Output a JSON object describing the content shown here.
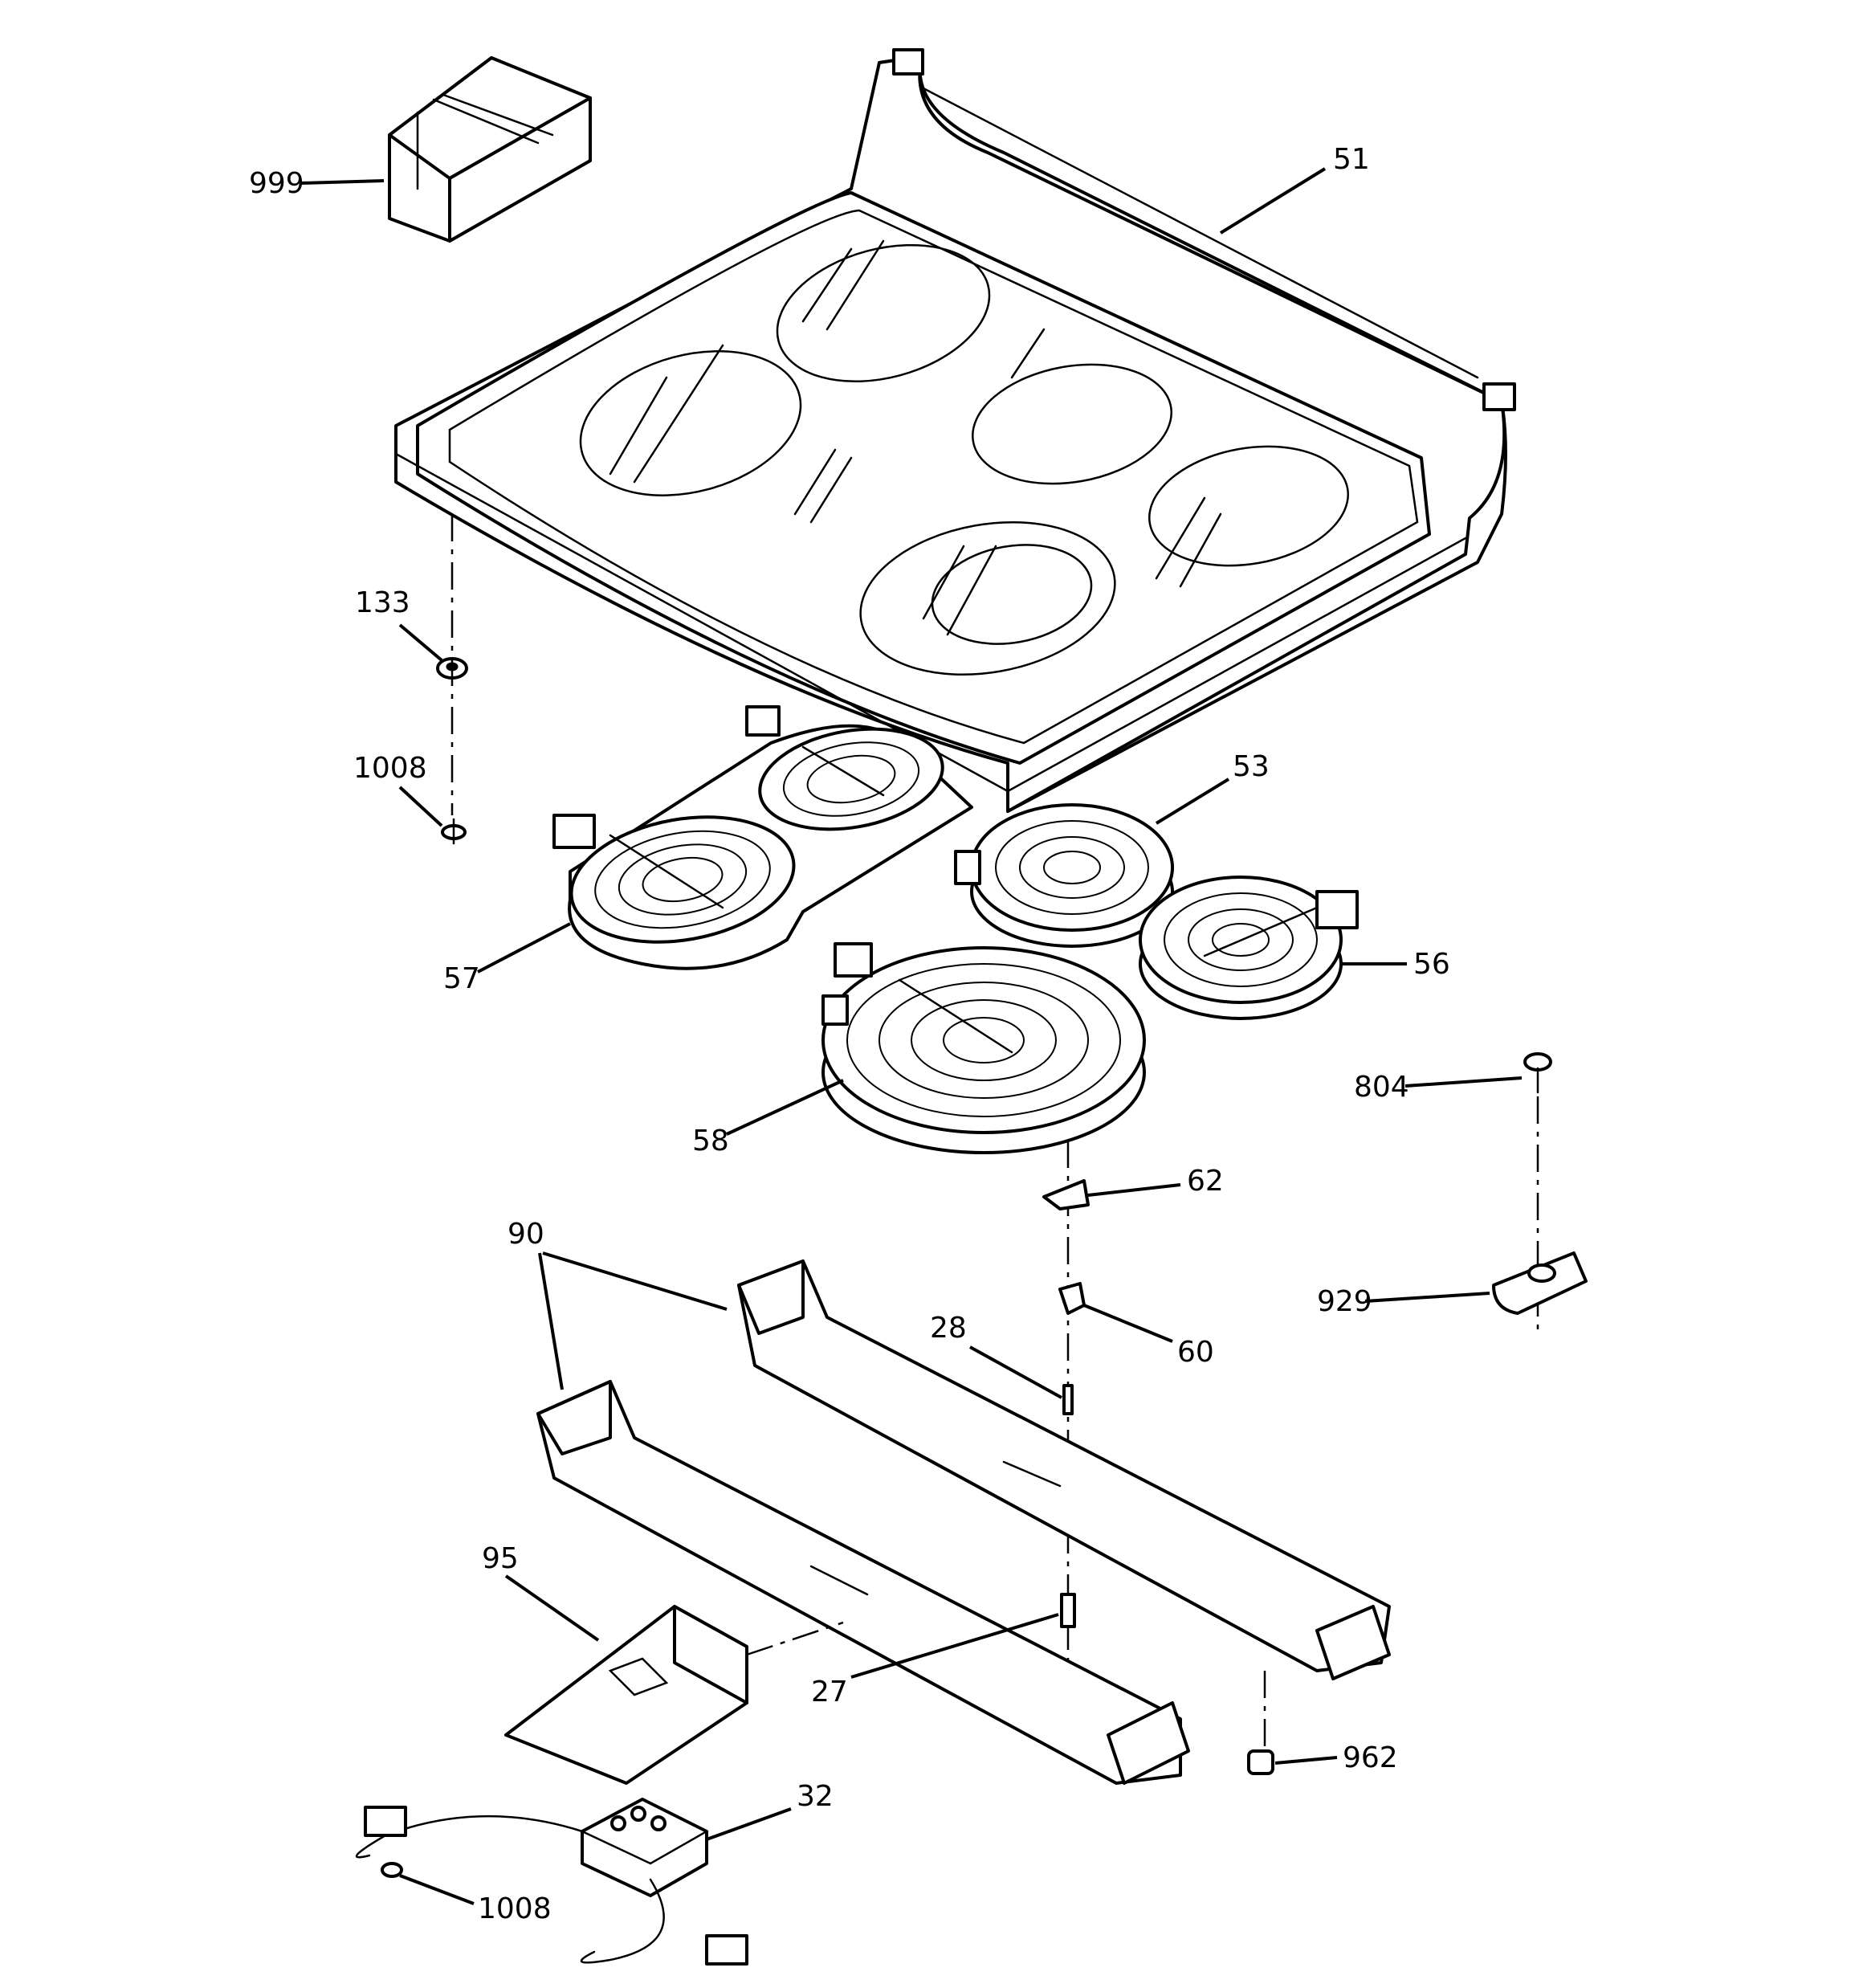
{
  "callouts": {
    "c999": "999",
    "c51": "51",
    "c133": "133",
    "c1008_top": "1008",
    "c53": "53",
    "c57": "57",
    "c56": "56",
    "c58": "58",
    "c804": "804",
    "c62": "62",
    "c90": "90",
    "c929": "929",
    "c28": "28",
    "c60": "60",
    "c95": "95",
    "c27": "27",
    "c962": "962",
    "c32": "32",
    "c1008_bottom": "1008"
  }
}
